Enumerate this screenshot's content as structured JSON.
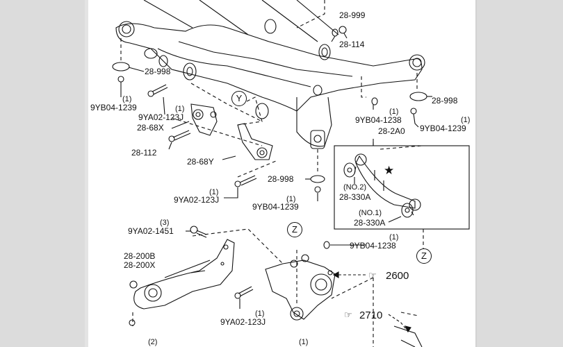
{
  "viewer": {
    "background": "#dcdcdc",
    "page_background": "#ffffff"
  },
  "diagram": {
    "callouts": {
      "c_28_999": {
        "part": "28-999"
      },
      "c_28_114": {
        "part": "28-114"
      },
      "c_28_998_left": {
        "part": "28-998"
      },
      "c_9yb04_1239_left": {
        "part": "9YB04-1239",
        "qty": "(1)"
      },
      "c_9ya02_123j_a": {
        "part": "9YA02-123J",
        "qty": "(1)"
      },
      "c_28_68x": {
        "part": "28-68X"
      },
      "c_28_112": {
        "part": "28-112"
      },
      "c_28_68y": {
        "part": "28-68Y"
      },
      "c_9ya02_123j_b": {
        "part": "9YA02-123J",
        "qty": "(1)"
      },
      "c_28_998_mid": {
        "part": "28-998"
      },
      "c_9yb04_1239_mid": {
        "part": "9YB04-1239",
        "qty": "(1)"
      },
      "c_9yb04_1238_top": {
        "part": "9YB04-1238",
        "qty": "(1)"
      },
      "c_28_998_right": {
        "part": "28-998"
      },
      "c_9yb04_1239_right": {
        "part": "9YB04-1239",
        "qty": "(1)"
      },
      "c_28_2a0": {
        "part": "28-2A0"
      },
      "c_28_330a_no2": {
        "part": "28-330A",
        "note": "(NO.2)"
      },
      "c_28_330a_no1": {
        "part": "28-330A",
        "note": "(NO.1)"
      },
      "c_9ya02_1451": {
        "part": "9YA02-1451",
        "qty": "(3)"
      },
      "c_28_200b": {
        "part": "28-200B"
      },
      "c_28_200x": {
        "part": "28-200X"
      },
      "c_9yb04_1238_bottom": {
        "part": "9YB04-1238",
        "qty": "(1)"
      },
      "c_9ya02_123j_c": {
        "part": "9YA02-123J",
        "qty": "(1)"
      },
      "c_bottom_left_qty": {
        "qty": "(2)"
      },
      "c_bottom_mid_qty": {
        "qty": "(1)"
      }
    },
    "markers": {
      "y": "Y",
      "z1": "Z",
      "z2": "Z",
      "star": "★"
    },
    "references": {
      "ref_2600": "2600",
      "ref_2710": "2710"
    }
  }
}
